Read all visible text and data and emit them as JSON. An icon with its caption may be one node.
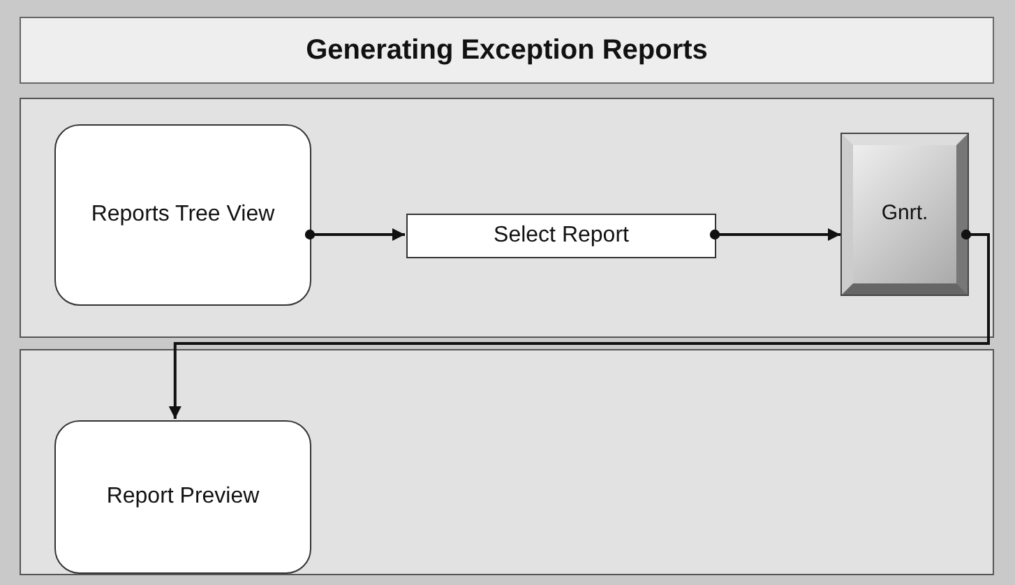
{
  "diagram": {
    "title": "Generating Exception Reports",
    "nodes": [
      {
        "text": [],
        "shape": "box"
      },
      {
        "text": [
          "Reports Tree View"
        ],
        "in": 0
      },
      {
        "text": [
          "Select Report"
        ],
        "in": 0
      },
      {
        "text": [
          "Gnrt."
        ],
        "in": 0
      },
      {
        "text": [],
        "shape": "box"
      },
      {
        "text": [
          "Report Preview"
        ],
        "in": 4
      }
    ],
    "edges": [
      {
        "from": 1,
        "to": 2,
        "arrow": "to"
      },
      {
        "from": 2,
        "to": 3,
        "arrow": "to"
      },
      {
        "from": 3,
        "to": 5,
        "arrow": "to"
      }
    ]
  }
}
